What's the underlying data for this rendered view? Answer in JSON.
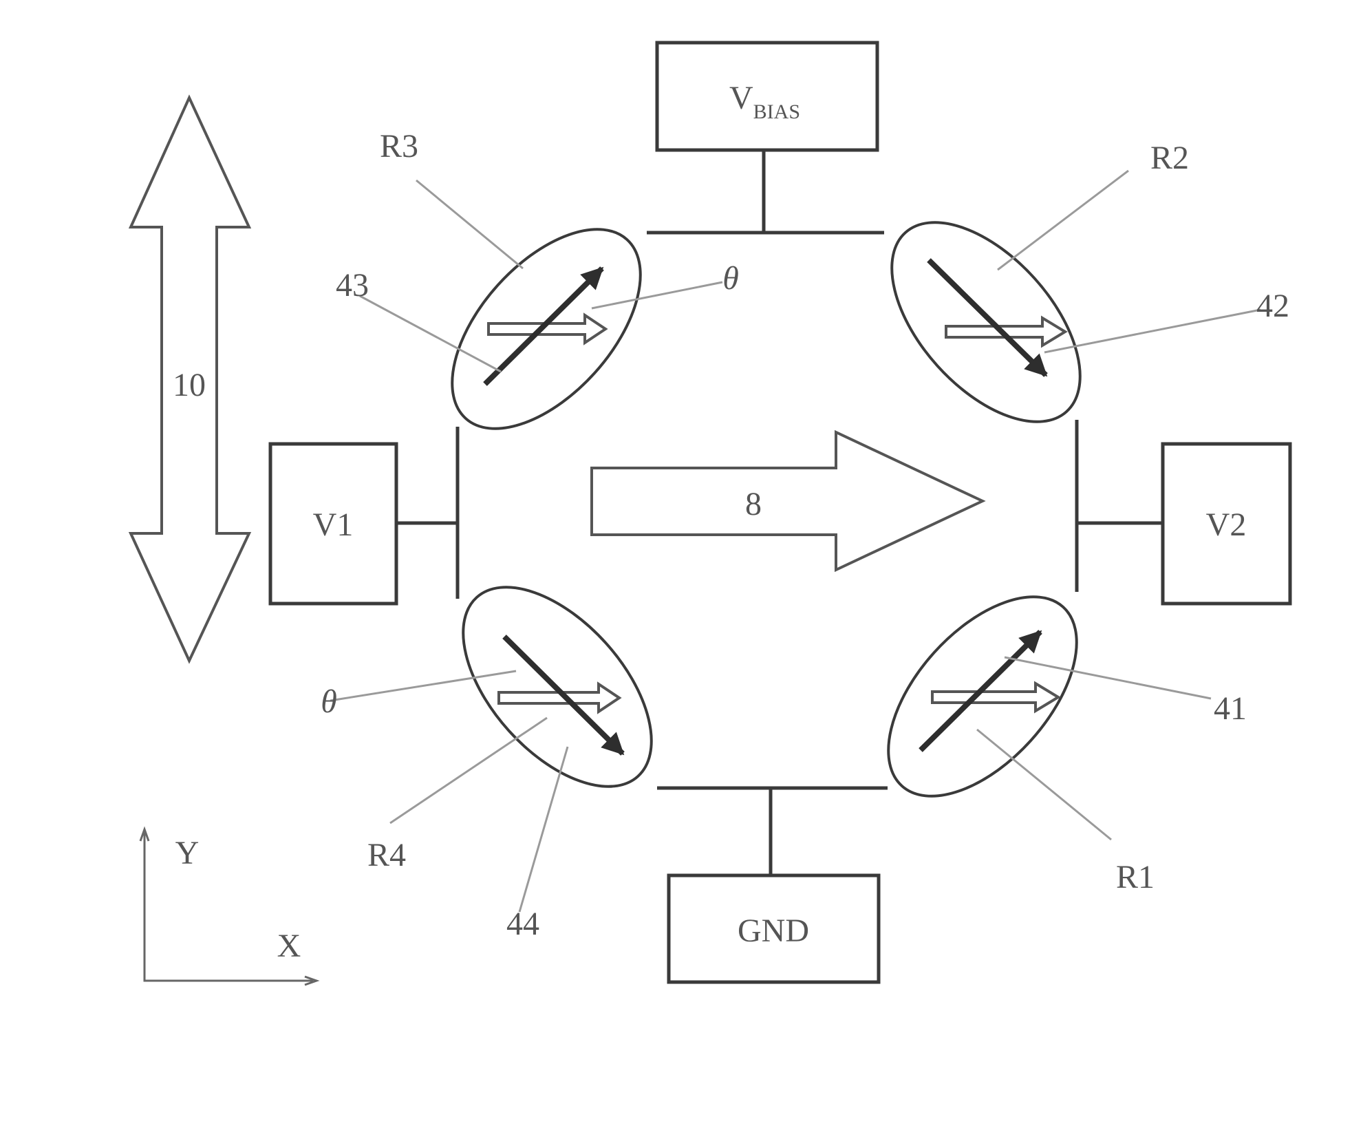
{
  "labels": {
    "vbias_main": "V",
    "vbias_sub": "BIAS",
    "v1": "V1",
    "v2": "V2",
    "gnd": "GND",
    "arrow_10": "10",
    "arrow_8": "8",
    "r1": "R1",
    "r2": "R2",
    "r3": "R3",
    "r4": "R4",
    "n41": "41",
    "n42": "42",
    "n43": "43",
    "n44": "44",
    "theta_top": "θ",
    "theta_bottom": "θ",
    "axis_y": "Y",
    "axis_x": "X"
  },
  "colors": {
    "line": "#3a3a3a",
    "leader": "#9a9a9a",
    "text": "#555555"
  }
}
